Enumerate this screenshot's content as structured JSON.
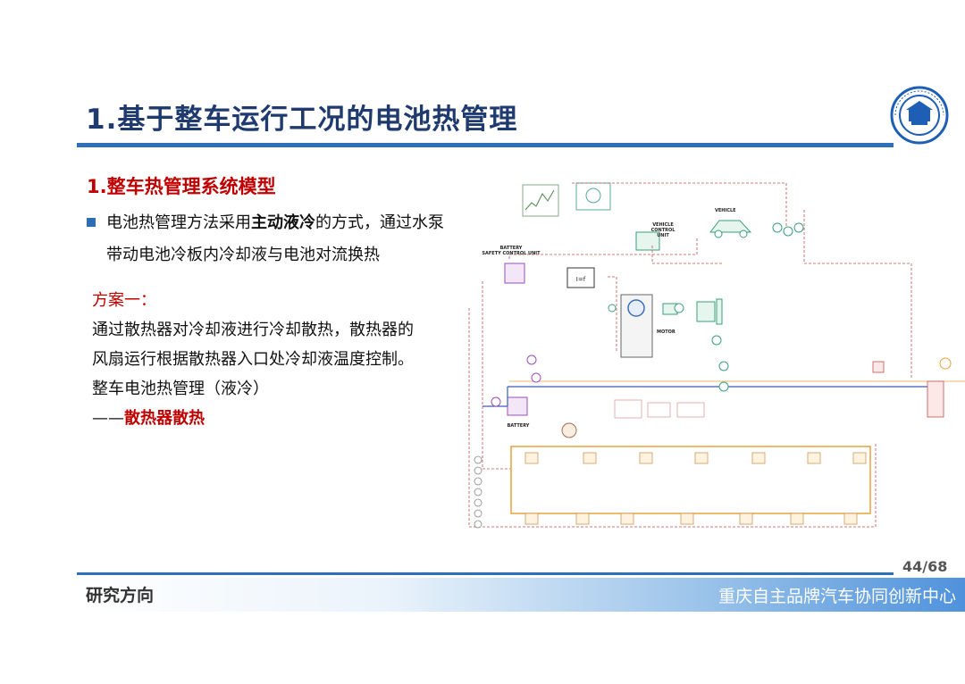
{
  "slide": {
    "title": "1.基于整车运行工况的电池热管理",
    "section_heading": "1.整车热管理系统模型",
    "bullet": {
      "part1": "电池热管理方法采用",
      "bold": "主动液冷",
      "part2": "的方式，通过水泵带动电池冷板内冷却液与电池对流换热"
    },
    "plan": {
      "label": "方案一：",
      "line1": "通过散热器对冷却液进行冷却散热，散热器的风扇运行根据散热器入口处冷却液温度控制。",
      "line2": "整车电池热管理（液冷）",
      "dash": "——",
      "emph": "散热器散热"
    },
    "page_number": "44/68",
    "footer_left": "研究方向",
    "footer_right": "重庆自主品牌汽车协同创新中心"
  },
  "diagram": {
    "labels": {
      "battery_scu": "BATTERY\nSAFETY CONTROL UNIT",
      "vcu": "VEHICLE\nCONTROL\nUNIT",
      "vehicle": "VEHICLE",
      "motor": "MOTOR",
      "battery": "BATTERY"
    }
  },
  "colors": {
    "title": "#1f3a6e",
    "accent_bar": "#2d6fb8",
    "emphasis": "#c00000",
    "bullet": "#2e6db4"
  }
}
